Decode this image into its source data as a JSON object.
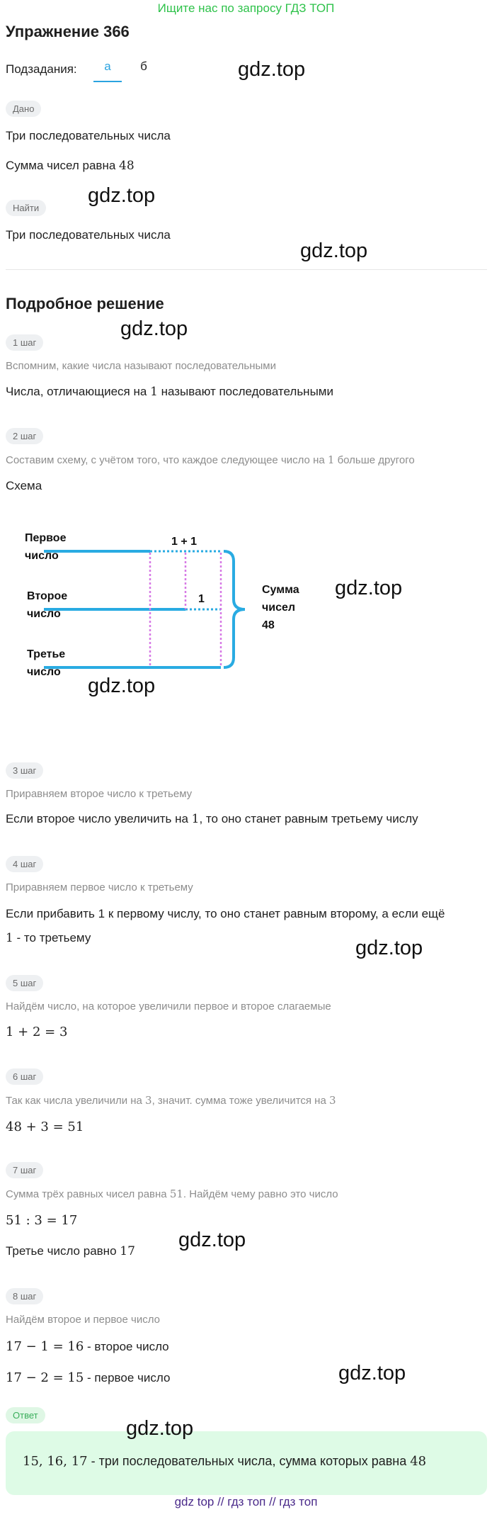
{
  "banner": "Ищите нас по запросу ГДЗ ТОП",
  "title": "Упражнение 366",
  "subtasks": {
    "label": "Подзадания:",
    "tabs": [
      "а",
      "б"
    ]
  },
  "given": {
    "badge": "Дано",
    "line1": "Три последовательных числа",
    "line2_prefix": "Сумма чисел равна ",
    "line2_num": "48"
  },
  "find": {
    "badge": "Найти",
    "line1": "Три последовательных числа"
  },
  "solution_title": "Подробное решение",
  "steps": [
    {
      "badge": "1 шаг",
      "hint": "Вспомним, какие числа называют последовательными",
      "text_a": "Числа, отличающиеся на ",
      "num": "1",
      "text_b": " называют последовательными"
    },
    {
      "badge": "2 шаг",
      "hint_a": "Составим схему, с учётом того, что каждое следующее число на ",
      "hint_num": "1",
      "hint_b": " больше другого",
      "text": "Схема"
    },
    {
      "badge": "3 шаг",
      "hint": "Приравняем второе число к третьему",
      "text_a": "Если второе число увеличить на ",
      "num": "1",
      "text_b": ", то оно станет равным третьему числу"
    },
    {
      "badge": "4 шаг",
      "hint": "Приравняем первое число к третьему",
      "text_line1": "Если прибавить 1 к первому числу, то оно станет равным второму, а если ещё",
      "num": "1",
      "text_line2": " - то третьему"
    },
    {
      "badge": "5 шаг",
      "hint": "Найдём число, на которое увеличили первое и второе слагаемые",
      "formula": "1 + 2 = 3"
    },
    {
      "badge": "6 шаг",
      "hint_a": "Так как числа увеличили на ",
      "hint_num": "3",
      "hint_b": ", значит. сумма тоже увеличится на ",
      "hint_num2": "3",
      "formula": "48 + 3 = 51"
    },
    {
      "badge": "7 шаг",
      "hint_a": "Сумма трёх равных чисел равна ",
      "hint_num": "51",
      "hint_b": ". Найдём чему равно это число",
      "formula": "51 : 3 = 17",
      "text_a": "Третье число равно ",
      "num": "17"
    },
    {
      "badge": "8 шаг",
      "hint": "Найдём второе и первое число",
      "formula1": "17 − 1 = 16",
      "formula1_tail": " - второе число",
      "formula2": "17 − 2 = 15",
      "formula2_tail": " - первое число"
    }
  ],
  "diagram": {
    "first_line1": "Первое",
    "first_line2": "число",
    "second_line1": "Второе",
    "second_line2": "число",
    "third_line1": "Третье",
    "third_line2": "число",
    "label_top": "1 + 1",
    "label_mid": "1",
    "sum_line1": "Сумма",
    "sum_line2": "чисел",
    "sum_line3": "48"
  },
  "answer": {
    "badge": "Ответ",
    "nums": "15, 16, 17",
    "text": " - три последовательных числа, сумма которых равна ",
    "num": "48"
  },
  "watermark": "gdz.top",
  "footer": "gdz top  //  гдз топ  //  гдз топ",
  "colors": {
    "accent": "#2aa3e0",
    "banner": "#2ec24a",
    "scheme_line": "#29abe2",
    "scheme_dotted": "#d77ae6"
  }
}
